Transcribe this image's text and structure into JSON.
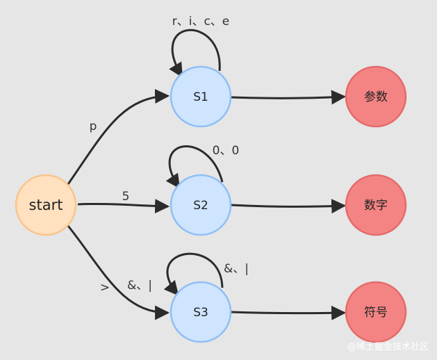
{
  "diagram": {
    "nodes": {
      "start": {
        "label": "start",
        "fill": "#ffe0bf",
        "stroke": "#f9c48a"
      },
      "s1": {
        "label": "S1",
        "fill": "#cfe4ff",
        "stroke": "#8ebff5"
      },
      "s2": {
        "label": "S2",
        "fill": "#cfe4ff",
        "stroke": "#8ebff5"
      },
      "s3": {
        "label": "S3",
        "fill": "#cfe4ff",
        "stroke": "#8ebff5"
      },
      "params": {
        "label": "参数",
        "fill": "#f48484",
        "stroke": "#e56a6a"
      },
      "number": {
        "label": "数字",
        "fill": "#f48484",
        "stroke": "#e56a6a"
      },
      "symbol": {
        "label": "符号",
        "fill": "#f48484",
        "stroke": "#e56a6a"
      }
    },
    "edges": {
      "start_s1": "p",
      "start_s2": "5",
      "start_s3_a": ">",
      "start_s3_b": "&、|",
      "loop_s1": "r、i、c、e",
      "loop_s2": "0、0",
      "loop_s3": "&、|"
    },
    "edge_color": "#2b2b2b"
  },
  "watermark": "@稀土掘金技术社区"
}
